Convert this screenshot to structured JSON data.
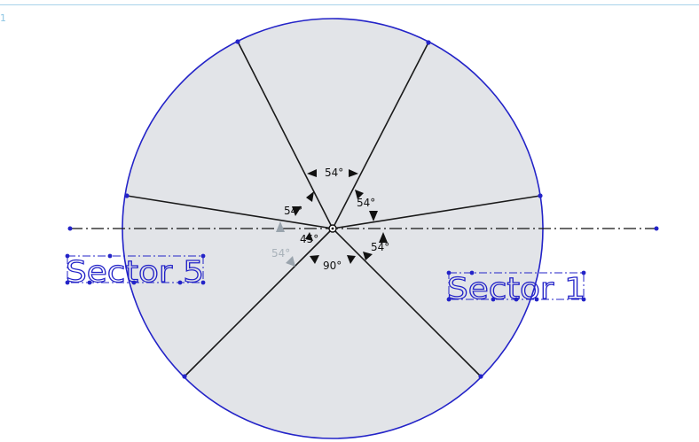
{
  "corner_label": "1",
  "colors": {
    "disc_fill": "#e2e4e8",
    "sketch_blue": "#2323c8",
    "dark_line": "#1a1a1a",
    "frame_line": "#a9d3ea"
  },
  "dimensions": {
    "top": "54°",
    "upper_right": "54°",
    "upper_left": "54°",
    "lower_right": "54°",
    "lower_left_ghost": "54°",
    "small": "45°",
    "bottom": "90°"
  },
  "labels": {
    "sector_left": "Sector 5",
    "sector_right": "Sector 1"
  },
  "icons": {
    "center_point": "origin-point-icon",
    "endpoint": "sketch-vertex-icon"
  }
}
